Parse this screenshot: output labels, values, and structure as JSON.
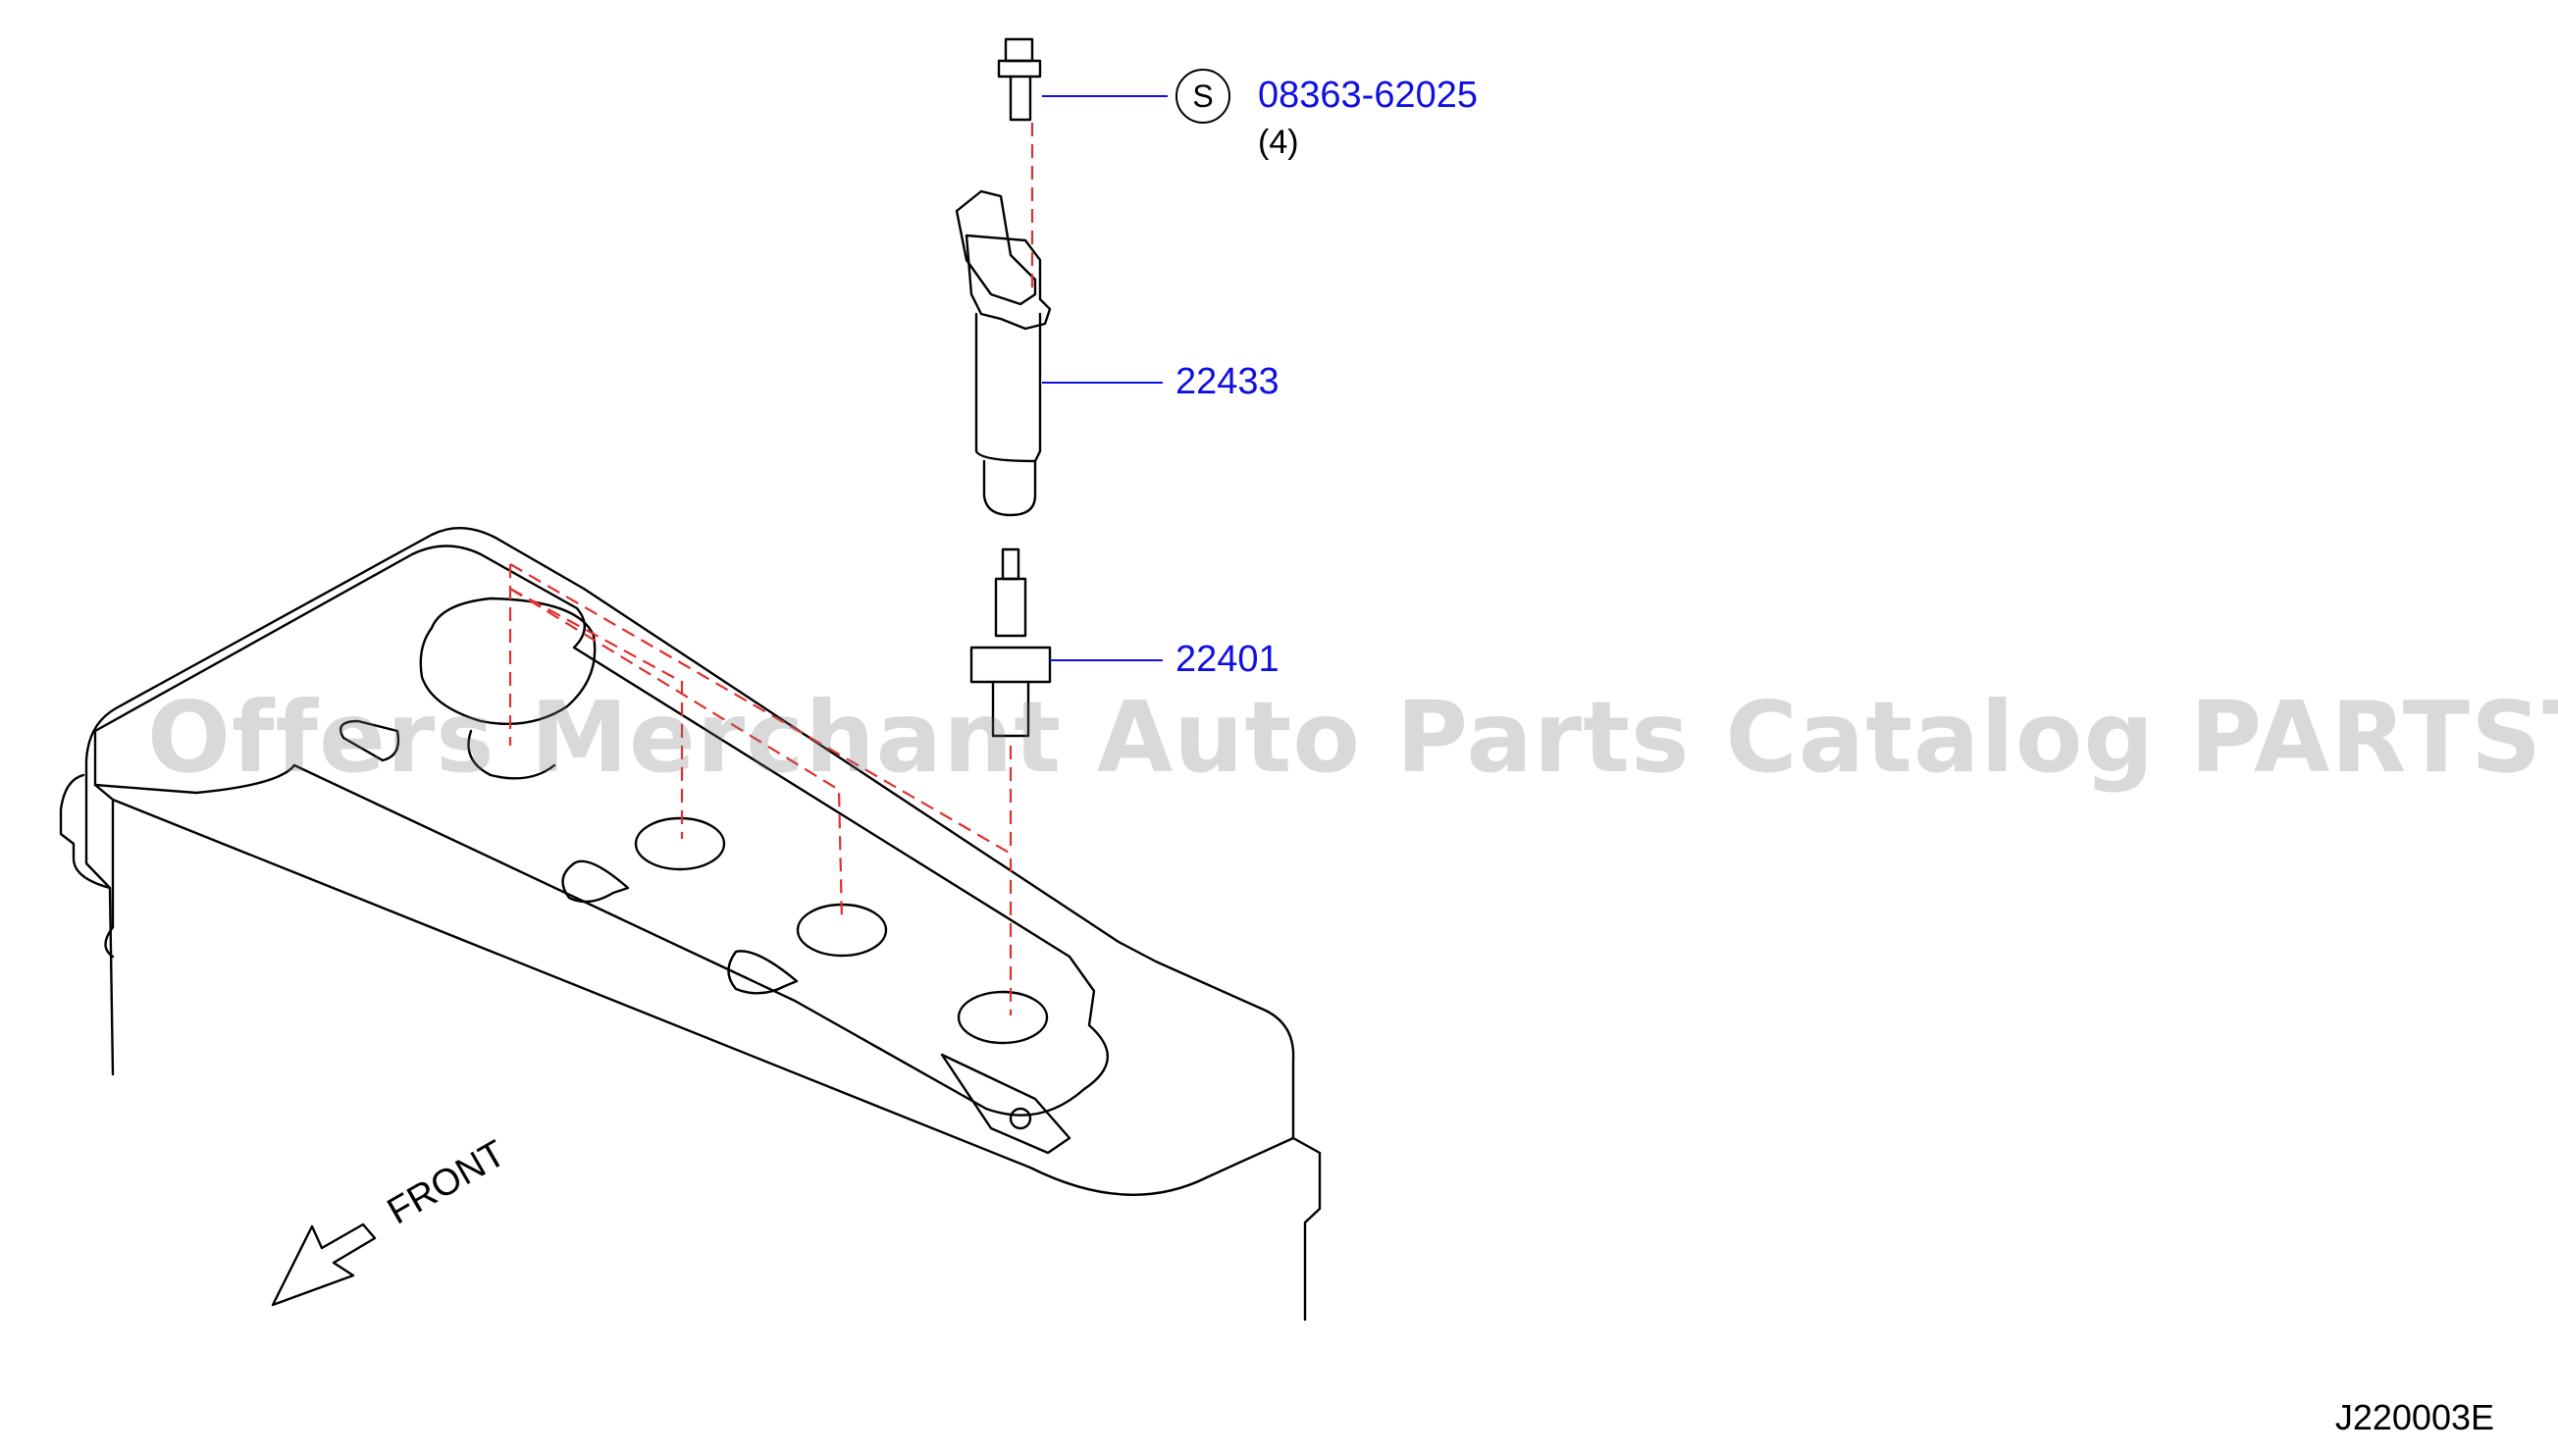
{
  "parts": {
    "bolt": {
      "number": "08363-62025",
      "standard_symbol": "S",
      "quantity": "(4)"
    },
    "ignition_coil": {
      "number": "22433"
    },
    "spark_plug": {
      "number": "22401"
    }
  },
  "orientation_label": "FRONT",
  "diagram_id": "J220003E",
  "watermark": "Offers Merchant Auto Parts Catalog PARTSTORE.SA",
  "colors": {
    "callout": "#1010e0",
    "centerline": "#e03030",
    "outline": "#000000"
  }
}
